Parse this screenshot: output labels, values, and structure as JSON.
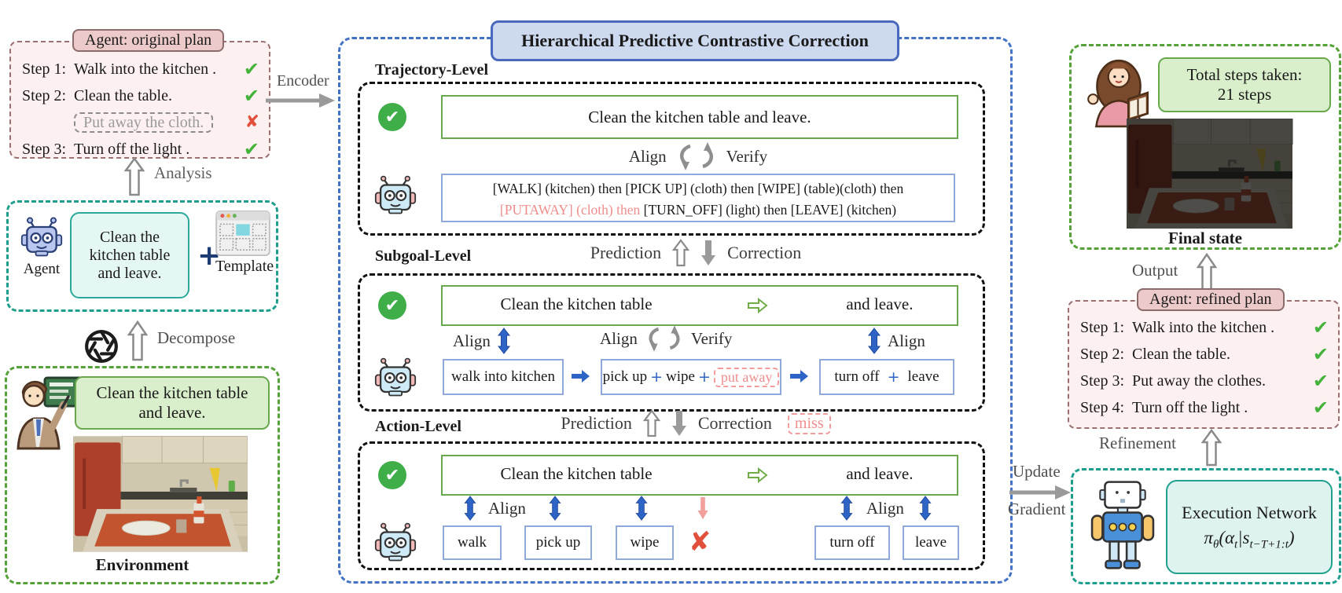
{
  "icons": {
    "check": "✔",
    "cross": "✘",
    "plus": "+"
  },
  "colors": {
    "accent_blue": "#4472c4",
    "teal": "#1f9e8e",
    "green": "#6aa84f",
    "light_green_fill": "#d9efcb",
    "pink_fill": "#fdf0f1",
    "pink_border": "#9b7070",
    "salmon": "#f08d8d",
    "check_green": "#45b33b",
    "cross_red": "#e0503c",
    "title_fill": "#cdd9ef",
    "token_border": "#8fa9dc",
    "arrow_blue": "#2e64c5"
  },
  "left": {
    "original_plan": {
      "header": "Agent: original plan",
      "steps": [
        {
          "label": "Step 1:",
          "text": "Walk into the kitchen ."
        },
        {
          "label": "Step 2:",
          "text": "Clean the table."
        },
        {
          "label": "",
          "text": "Put away the cloth."
        },
        {
          "label": "Step 3:",
          "text": "Turn off the light ."
        }
      ]
    },
    "analysis_label": "Analysis",
    "agent_template": {
      "agent_label": "Agent",
      "task_text": "Clean the kitchen table and leave.",
      "template_label": "Template"
    },
    "decompose_label": "Decompose",
    "environment": {
      "task_text": "Clean the kitchen table and leave.",
      "caption": "Environment"
    },
    "encoder_label": "Encoder"
  },
  "center": {
    "title": "Hierarchical Predictive Contrastive Correction",
    "prediction_label": "Prediction",
    "correction_label": "Correction",
    "miss_label": "miss",
    "trajectory": {
      "heading": "Trajectory-Level",
      "target_text": "Clean the kitchen table and leave.",
      "align_label": "Align",
      "verify_label": "Verify",
      "tokens_line1": "[WALK]  (kitchen) then [PICK UP]  (cloth) then [WIPE] (table)(cloth) then",
      "tokens_line2_pink": "[PUTAWAY]  (cloth) then",
      "tokens_line2_rest": " [TURN_OFF] (light) then [LEAVE] (kitchen)"
    },
    "subgoal": {
      "heading": "Subgoal-Level",
      "target_left": "Clean the kitchen table",
      "target_right": "and leave.",
      "align_label": "Align",
      "verify_label": "Verify",
      "box1": "walk into kitchen",
      "box2_w1": "pick up",
      "box2_w2": "wipe",
      "box2_ghost": "put away",
      "box3_w1": "turn off",
      "box3_w2": "leave"
    },
    "action": {
      "heading": "Action-Level",
      "target_left": "Clean the kitchen table",
      "target_right": "and leave.",
      "align_label": "Align",
      "words": [
        "walk",
        "pick up",
        "wipe",
        "turn off",
        "leave"
      ]
    },
    "update_label": "Update",
    "gradient_label": "Gradient"
  },
  "right": {
    "final_state": {
      "line1": "Total steps taken:",
      "line2": "21 steps",
      "caption": "Final state"
    },
    "output_label": "Output",
    "refined_plan": {
      "header": "Agent: refined plan",
      "steps": [
        {
          "label": "Step 1:",
          "text": "Walk into the kitchen ."
        },
        {
          "label": "Step 2:",
          "text": "Clean the table."
        },
        {
          "label": "Step 3:",
          "text": "Put away the clothes."
        },
        {
          "label": "Step 4:",
          "text": "Turn off the light ."
        }
      ]
    },
    "refinement_label": "Refinement",
    "execution": {
      "title": "Execution Network",
      "formula": {
        "p1": "π",
        "s1": "θ",
        "p2": "(α",
        "s2": "t",
        "p3": "|s",
        "s3": "t−T+1:t",
        "p4": ")"
      }
    }
  }
}
